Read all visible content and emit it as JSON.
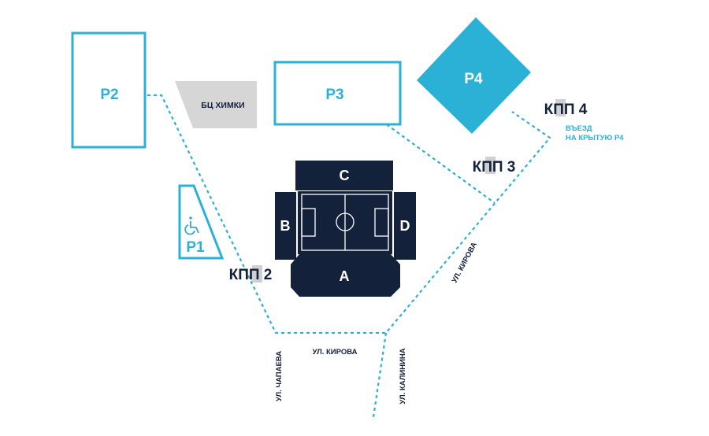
{
  "parking": {
    "p1": "P1",
    "p2": "P2",
    "p3": "P3",
    "p4": "P4"
  },
  "building": {
    "label": "БЦ ХИМКИ"
  },
  "gates": {
    "g2": "КПП 2",
    "g3": "КПП 3",
    "g4": "КПП 4"
  },
  "entrance_note": {
    "line1": "ВЪЕЗД",
    "line2": "НА КРЫТУЮ Р4"
  },
  "stands": {
    "a": "A",
    "b": "B",
    "c": "C",
    "d": "D"
  },
  "streets": {
    "kirova_bottom": "УЛ. КИРОВА",
    "kirova_diag": "УЛ. КИРОВА",
    "chapaeva": "УЛ. ЧАПАЕВА",
    "kalinina": "УЛ. КАЛИНИНА"
  },
  "colors": {
    "accent": "#2bb0d6",
    "dark": "#14213a",
    "building": "#d6d6d6",
    "gate_chip": "#d0d0d0"
  },
  "icons": {
    "accessibility": "wheelchair-icon"
  }
}
